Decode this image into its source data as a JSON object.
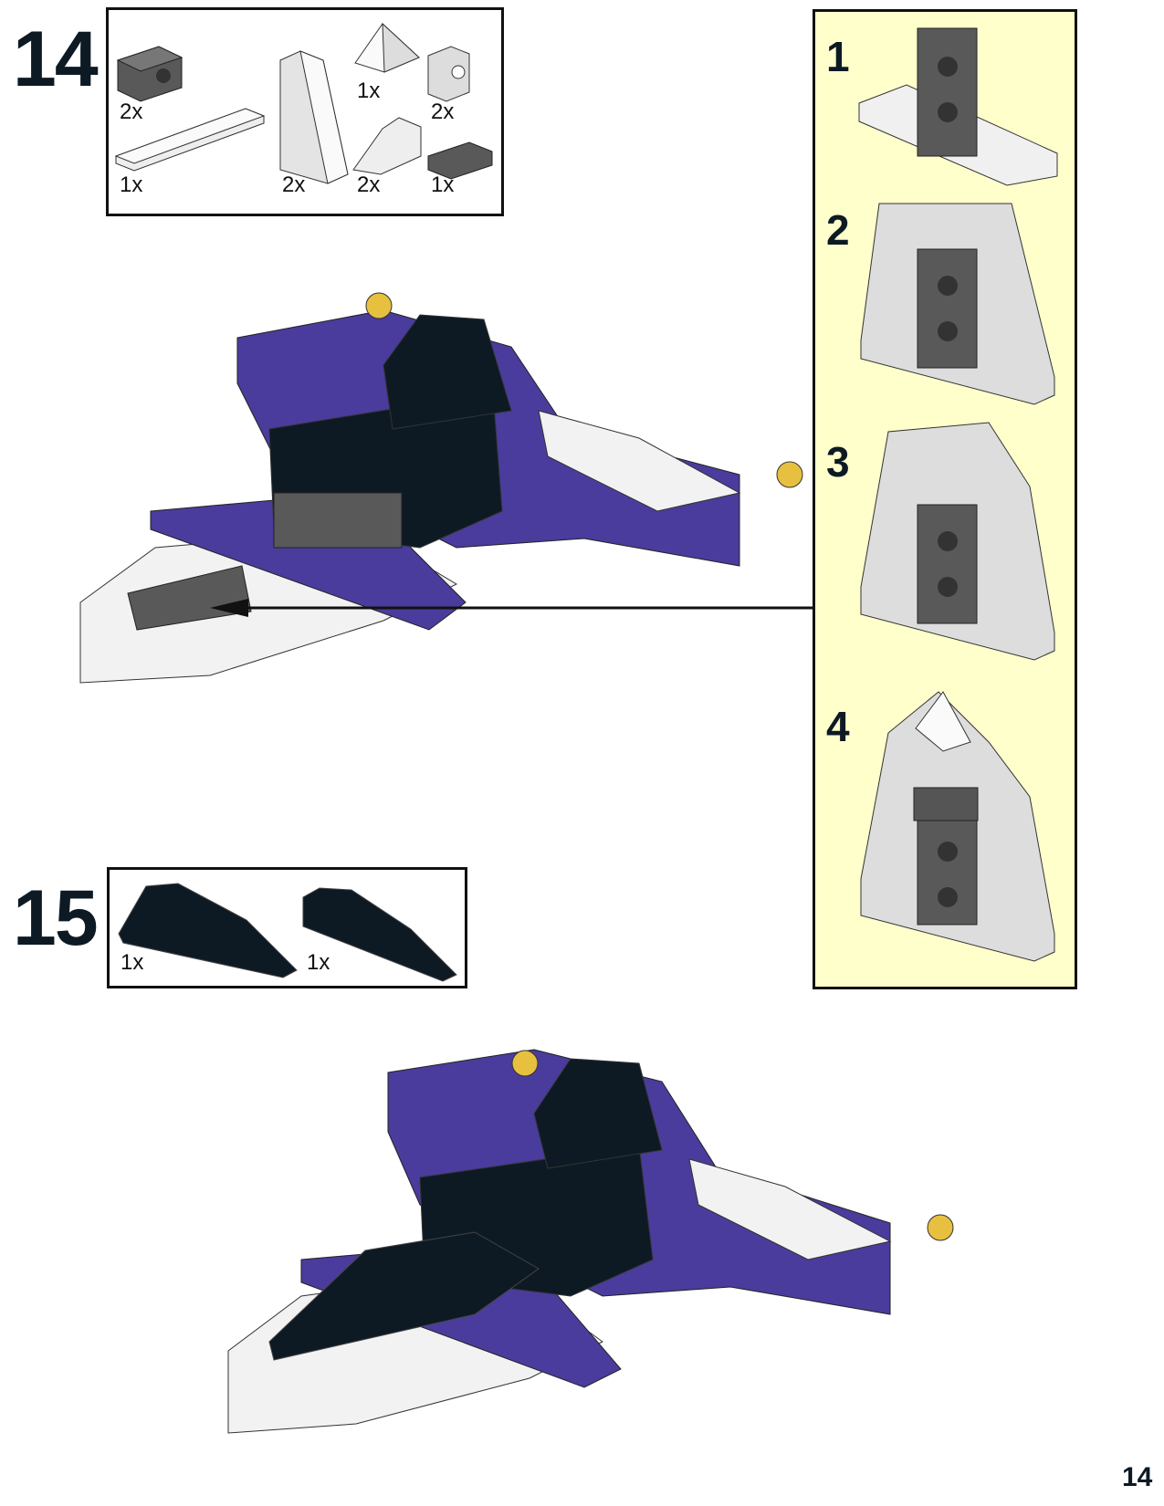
{
  "page_number": "14",
  "steps": [
    {
      "number": "14",
      "parts": [
        {
          "name": "dark-gray-technic-brick",
          "qty": "2x"
        },
        {
          "name": "white-plate-1x6",
          "qty": "1x"
        },
        {
          "name": "white-tall-slope",
          "qty": "2x"
        },
        {
          "name": "white-pyramid-slope",
          "qty": "1x"
        },
        {
          "name": "white-technic-brick-pin",
          "qty": "2x"
        },
        {
          "name": "white-slope",
          "qty": "2x"
        },
        {
          "name": "dark-gray-plate-1x2",
          "qty": "1x"
        }
      ],
      "subassembly_steps": [
        "1",
        "2",
        "3",
        "4"
      ]
    },
    {
      "number": "15",
      "parts": [
        {
          "name": "black-curved-wedge-left",
          "qty": "1x"
        },
        {
          "name": "black-curved-wedge-right",
          "qty": "1x"
        }
      ]
    }
  ],
  "colors": {
    "callout_bg": "#ffffcc",
    "purple": "#4a3c9c",
    "black": "#0d1a24",
    "dark_gray": "#595959",
    "white": "#f2f2f2"
  }
}
